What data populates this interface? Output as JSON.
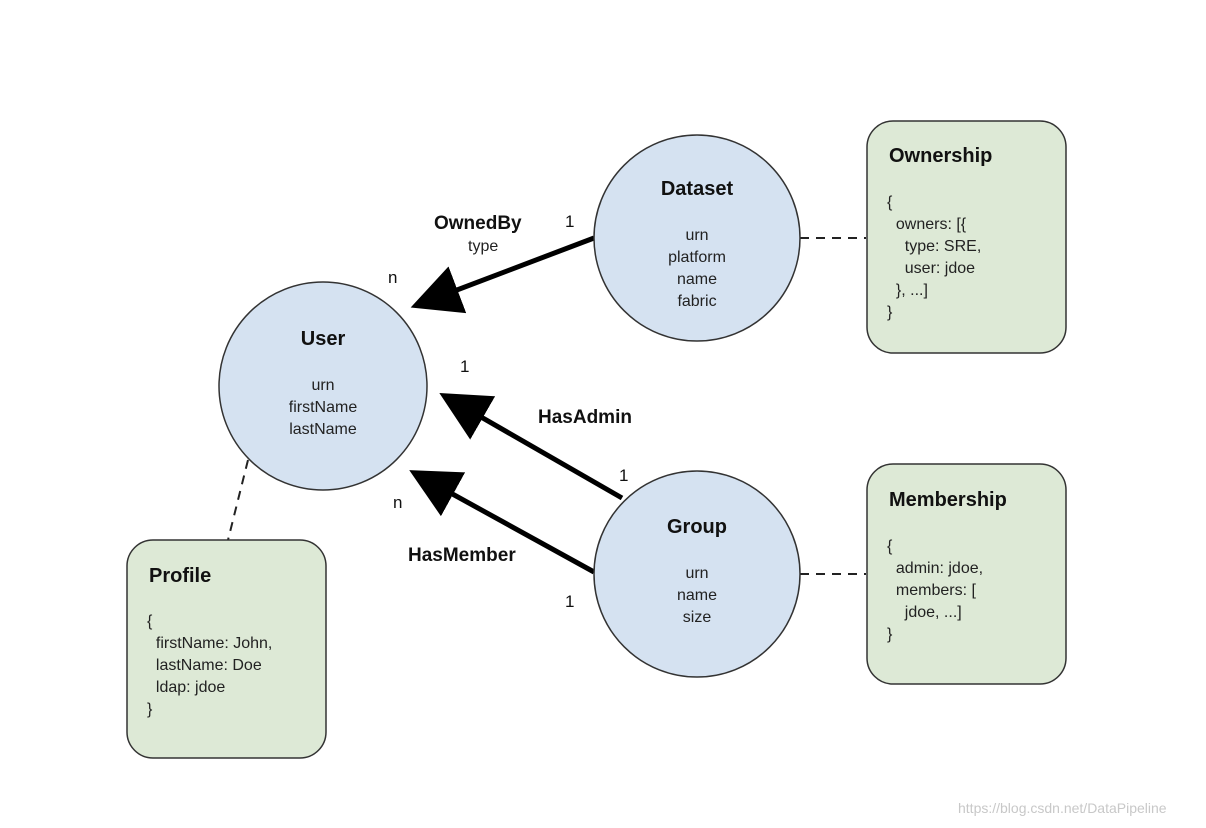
{
  "nodes": {
    "dataset": {
      "title": "Dataset",
      "fields": [
        "urn",
        "platform",
        "name",
        "fabric"
      ]
    },
    "user": {
      "title": "User",
      "fields": [
        "urn",
        "firstName",
        "lastName"
      ]
    },
    "group": {
      "title": "Group",
      "fields": [
        "urn",
        "name",
        "size"
      ]
    }
  },
  "aspects": {
    "ownership": {
      "title": "Ownership",
      "lines": [
        "{",
        "  owners: [{",
        "    type: SRE,",
        "    user: jdoe",
        "  }, ...]",
        "}"
      ]
    },
    "membership": {
      "title": "Membership",
      "lines": [
        "{",
        "  admin: jdoe,",
        "  members: [",
        "    jdoe, ...]",
        "}"
      ]
    },
    "profile": {
      "title": "Profile",
      "lines": [
        "{",
        "  firstName: John,",
        "  lastName: Doe",
        "  ldap: jdoe",
        "}"
      ]
    }
  },
  "edges": {
    "owned_by": {
      "label": "OwnedBy",
      "sublabel": "type",
      "source_card": "1",
      "target_card": "n"
    },
    "has_admin": {
      "label": "HasAdmin",
      "source_card": "1",
      "target_card": "1"
    },
    "has_member": {
      "label": "HasMember",
      "source_card": "1",
      "target_card": "n"
    }
  },
  "colors": {
    "entity_fill": "#d5e2f1",
    "aspect_fill": "#dde9d6",
    "stroke": "#333333"
  },
  "watermark": "https://blog.csdn.net/DataPipeline"
}
